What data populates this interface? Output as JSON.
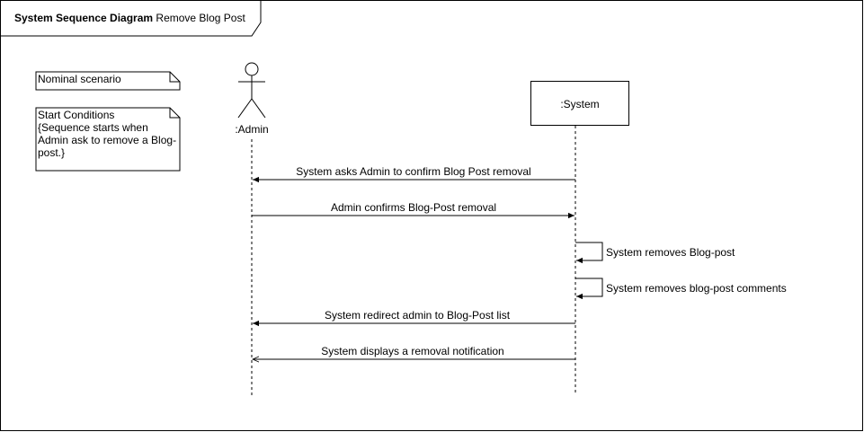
{
  "frame": {
    "title_bold": "System Sequence Diagram",
    "title_rest": " Remove Blog Post"
  },
  "notes": {
    "nominal": "Nominal scenario",
    "start_lines": [
      "Start Conditions",
      "{Sequence starts when",
      "Admin ask to remove a Blog-",
      "post.}"
    ]
  },
  "participants": {
    "admin": ":Admin",
    "system": ":System"
  },
  "messages": [
    {
      "label": "System asks Admin to confirm Blog Post removal",
      "from": "system",
      "to": "admin",
      "arrow": "filled"
    },
    {
      "label": "Admin confirms Blog-Post removal",
      "from": "admin",
      "to": "system",
      "arrow": "filled"
    },
    {
      "label": "System removes Blog-post",
      "from": "system",
      "to": "system",
      "arrow": "filled"
    },
    {
      "label": "System removes blog-post comments",
      "from": "system",
      "to": "system",
      "arrow": "filled"
    },
    {
      "label": "System redirect admin to Blog-Post list",
      "from": "system",
      "to": "admin",
      "arrow": "filled"
    },
    {
      "label": "System displays a removal notification",
      "from": "system",
      "to": "admin",
      "arrow": "open"
    }
  ]
}
